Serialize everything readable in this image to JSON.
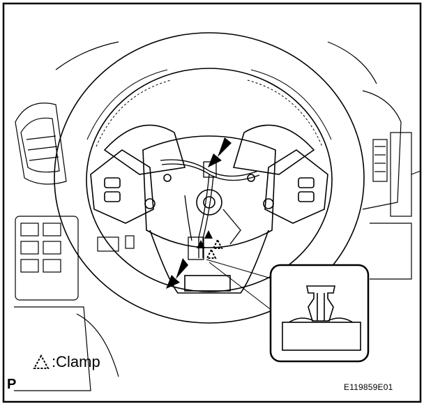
{
  "figure": {
    "legend_symbol": "clamp-triangle-icon",
    "legend_text": "∴:Clamp",
    "legend_label": ":Clamp",
    "corner_letter": "P",
    "figure_id": "E119859E01"
  },
  "colors": {
    "line": "#000000",
    "background": "#ffffff"
  }
}
